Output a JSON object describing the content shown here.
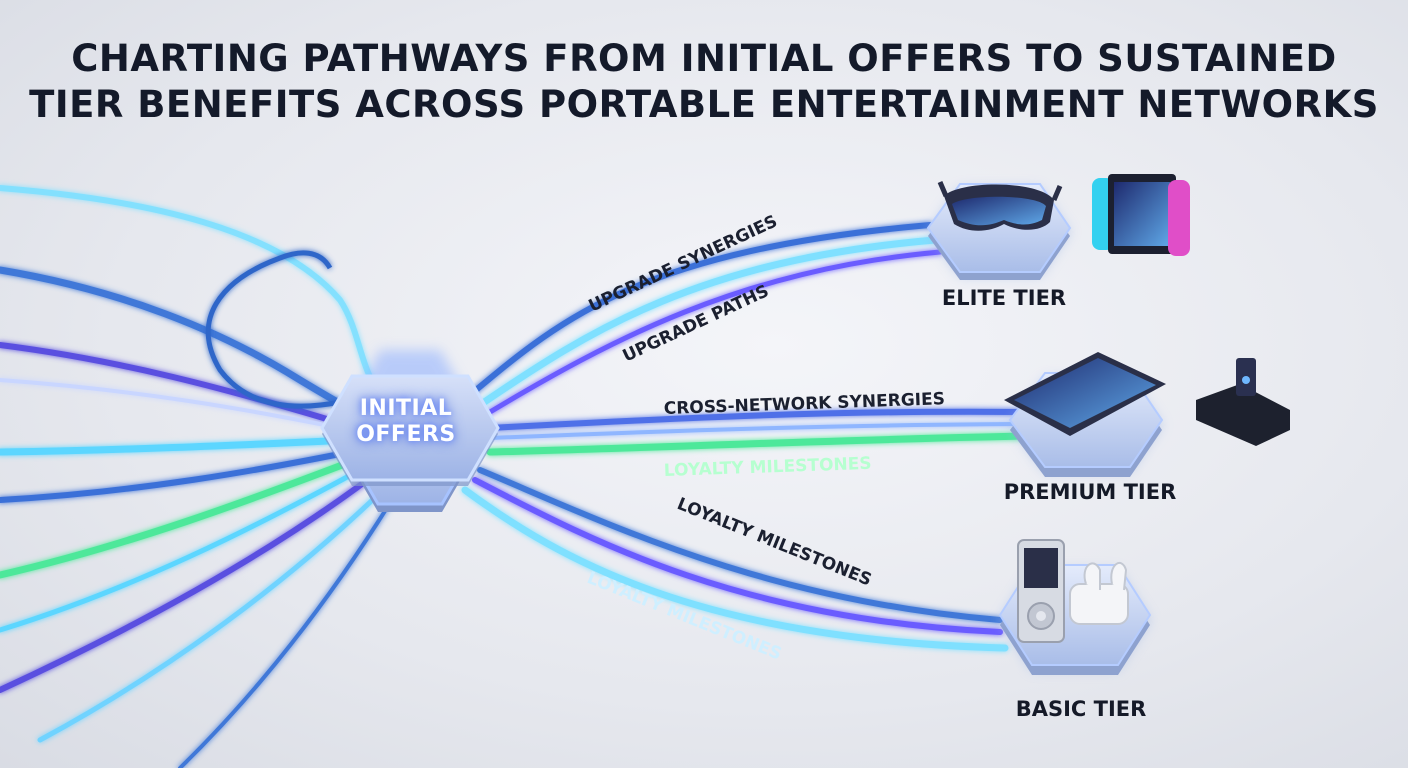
{
  "title": {
    "line1": "CHARTING PATHWAYS FROM INITIAL OFFERS TO SUSTAINED",
    "line2": "TIER BENEFITS ACROSS PORTABLE ENTERTAINMENT NETWORKS"
  },
  "hub": {
    "line1": "INITIAL",
    "line2": "OFFERS"
  },
  "tiers": {
    "elite": "ELITE TIER",
    "premium": "PREMIUM TIER",
    "basic": "BASIC TIER"
  },
  "paths": {
    "upgrade_synergies": "UPGRADE SYNERGIES",
    "upgrade_paths": "UPGRADE PATHS",
    "cross_network": "CROSS-NETWORK SYNERGIES",
    "loyalty_premium": "LOYALTY MILESTONES",
    "loyalty_basic_upper": "LOYALTY MILESTONES",
    "loyalty_basic_lower": "LOYALTY MILESTONES"
  },
  "devices": {
    "elite": [
      "vr-headset-icon",
      "handheld-console-icon"
    ],
    "premium": [
      "tablet-icon",
      "dock-icon"
    ],
    "basic": [
      "media-player-icon",
      "earbuds-icon"
    ]
  },
  "colors": {
    "background": "#e6e8ee",
    "title": "#141a2a",
    "cyan_stream": "#5cd6ff",
    "blue_stream": "#3b6fd8",
    "violet_stream": "#6a5cff",
    "green_stream": "#4ee89a",
    "hub_fill": "#c9d6f2",
    "hub_glow": "#8fb0ff"
  }
}
